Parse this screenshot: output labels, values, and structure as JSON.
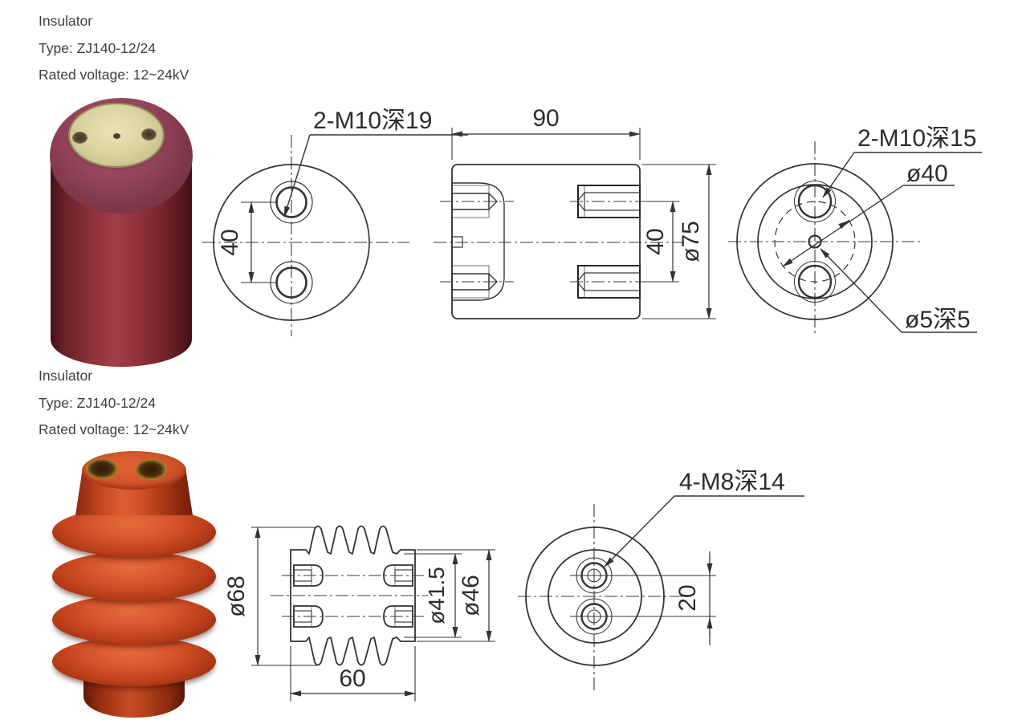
{
  "page": {
    "background": "#ffffff"
  },
  "products": [
    {
      "title": "Insulator",
      "type_line": "Type: ZJ140-12/24",
      "voltage_line": "Rated voltage: 12~24kV",
      "photo_alt": "Dark red cylindrical insulator with brass top face",
      "drawings": {
        "front_view": {
          "thread_note": "2-M10深19",
          "hole_pitch": "40"
        },
        "section_view": {
          "length": "90",
          "hole_pitch": "40",
          "outer_dia": "ø75"
        },
        "rear_view": {
          "thread_note": "2-M10深15",
          "pitch_circle_dia": "ø40",
          "center_hole": "ø5深5"
        }
      }
    },
    {
      "title": "Insulator",
      "type_line": "Type: ZJ140-12/24",
      "voltage_line": "Rated voltage: 12~24kV",
      "photo_alt": "Red-brown insulator with four weather sheds",
      "drawings": {
        "section_view": {
          "shed_dia": "ø68",
          "core_dia": "ø41.5",
          "end_dia": "ø46",
          "length": "60"
        },
        "end_view": {
          "thread_note": "4-M8深14",
          "hole_pitch": "20"
        }
      }
    }
  ]
}
